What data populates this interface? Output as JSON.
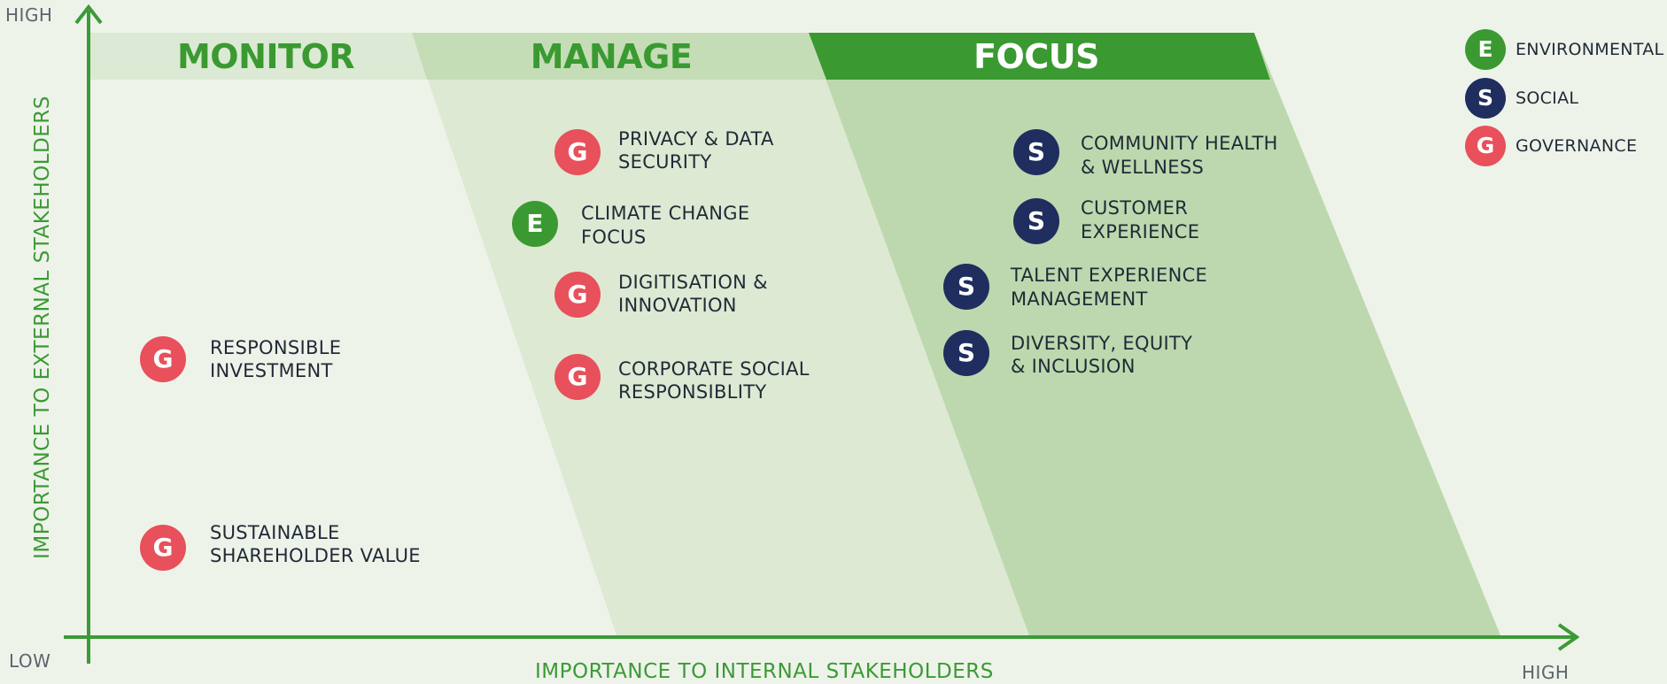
{
  "colors": {
    "environmental": "#3a9a31",
    "social": "#1f2e5e",
    "governance": "#e8505b",
    "axis": "#3b9a35",
    "monitor_band": "#dce9d4",
    "manage_band": "#c5ddb6",
    "focus_band": "#3a9a31",
    "manage_zone": "#dde9d3",
    "focus_zone": "#bdd8ae"
  },
  "axes": {
    "y_title": "IMPORTANCE TO EXTERNAL STAKEHOLDERS",
    "x_title": "IMPORTANCE TO INTERNAL STAKEHOLDERS",
    "y_high": "HIGH",
    "x_low": "LOW",
    "x_high": "HIGH"
  },
  "zones": [
    {
      "key": "monitor",
      "title": "MONITOR"
    },
    {
      "key": "manage",
      "title": "MANAGE"
    },
    {
      "key": "focus",
      "title": "FOCUS"
    }
  ],
  "legend": [
    {
      "letter": "E",
      "label": "ENVIRONMENTAL",
      "category": "environmental"
    },
    {
      "letter": "S",
      "label": "SOCIAL",
      "category": "social"
    },
    {
      "letter": "G",
      "label": "GOVERNANCE",
      "category": "governance"
    }
  ],
  "topics": [
    {
      "letter": "G",
      "category": "governance",
      "lines": [
        "PRIVACY & DATA",
        "SECURITY"
      ]
    },
    {
      "letter": "E",
      "category": "environmental",
      "lines": [
        "CLIMATE CHANGE",
        "FOCUS"
      ]
    },
    {
      "letter": "G",
      "category": "governance",
      "lines": [
        "DIGITISATION &",
        "INNOVATION"
      ]
    },
    {
      "letter": "G",
      "category": "governance",
      "lines": [
        "CORPORATE SOCIAL",
        "RESPONSIBLITY"
      ]
    },
    {
      "letter": "G",
      "category": "governance",
      "lines": [
        "RESPONSIBLE",
        "INVESTMENT"
      ]
    },
    {
      "letter": "G",
      "category": "governance",
      "lines": [
        "SUSTAINABLE",
        "SHAREHOLDER VALUE"
      ]
    },
    {
      "letter": "S",
      "category": "social",
      "lines": [
        "COMMUNITY HEALTH",
        "& WELLNESS"
      ]
    },
    {
      "letter": "S",
      "category": "social",
      "lines": [
        "CUSTOMER",
        "EXPERIENCE"
      ]
    },
    {
      "letter": "S",
      "category": "social",
      "lines": [
        "TALENT EXPERIENCE",
        "MANAGEMENT"
      ]
    },
    {
      "letter": "S",
      "category": "social",
      "lines": [
        "DIVERSITY, EQUITY",
        "& INCLUSION"
      ]
    }
  ]
}
